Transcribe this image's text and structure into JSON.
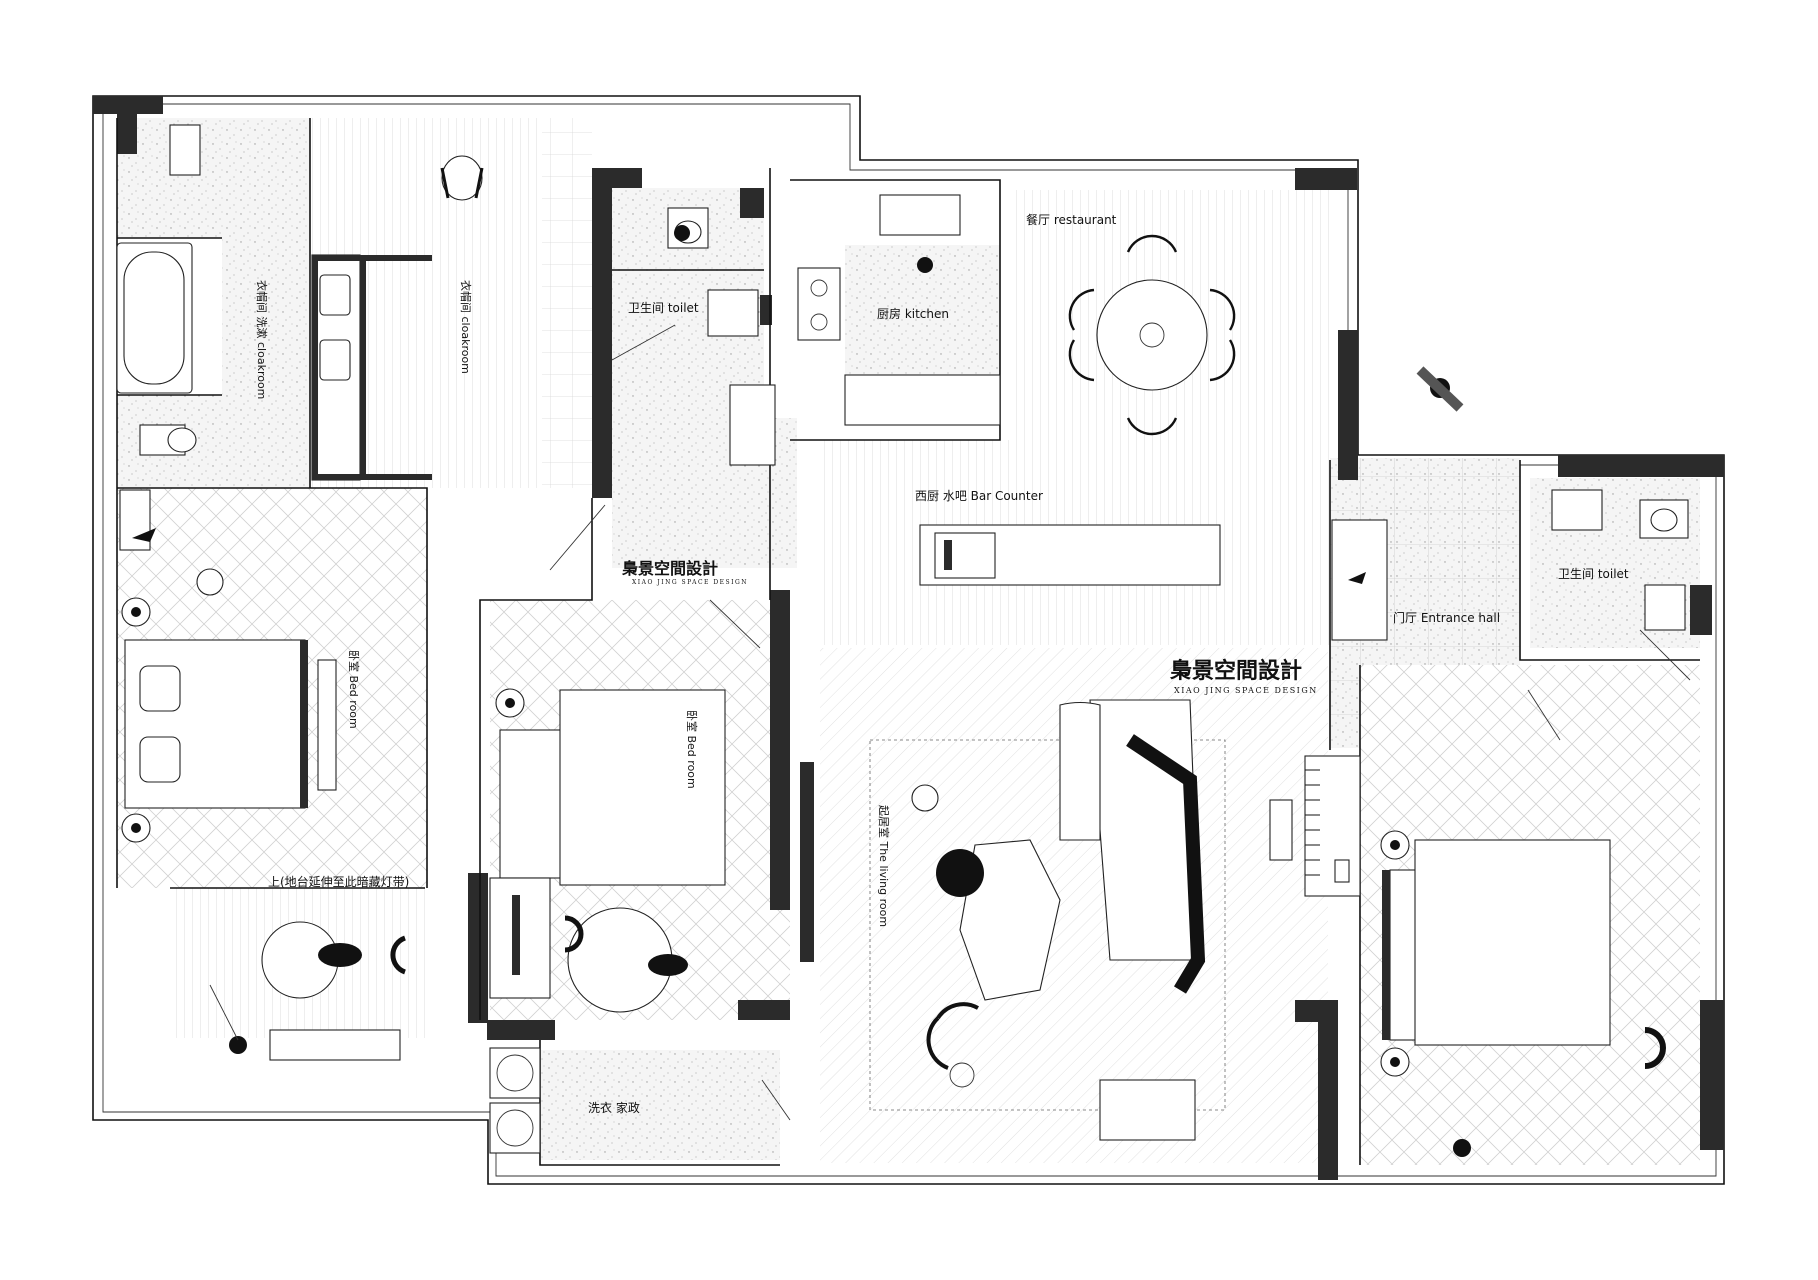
{
  "brand": {
    "name": "梟景空間設計",
    "subtitle": "XIAO JING SPACE DESIGN"
  },
  "rooms": {
    "cloak_bath": "衣帽间 洗漱 cloakroom",
    "cloakroom": "衣帽间 cloakroom",
    "toilet_top": "卫生间 toilet",
    "kitchen": "厨房 kitchen",
    "restaurant": "餐厅 restaurant",
    "bar": "西厨 水吧 Bar Counter",
    "entrance": "门厅 Entrance hall",
    "toilet_right": "卫生间 toilet",
    "bedroom_left": "卧室 Bed room",
    "bedroom_mid": "卧室 Bed room",
    "living": "起居室 The living room",
    "laundry": "洗衣 家政",
    "platform_note": "上(地台延伸至此暗藏灯带)"
  },
  "colors": {
    "wall": "#2b2b2b",
    "line": "#111111",
    "terrazzo": "#f3f3f3",
    "background": "#ffffff"
  },
  "icons": [
    "person-icon",
    "chair-icon",
    "bed-icon",
    "sofa-icon",
    "bathtub-icon",
    "toilet-icon",
    "sink-icon",
    "stove-icon",
    "dining-table-icon",
    "piano-icon",
    "dog-icon",
    "plant-icon",
    "lamp-icon"
  ]
}
